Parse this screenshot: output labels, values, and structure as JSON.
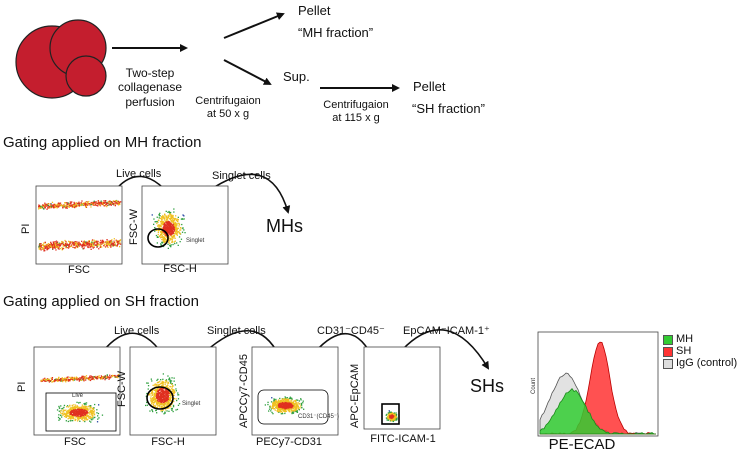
{
  "workflow": {
    "step1_label": "Two-step\ncollagenase\nperfusion",
    "step2_label": "Centrifugaion\nat 50 x g",
    "pellet1_label": "Pellet",
    "mh_fraction_label": "“MH fraction”",
    "sup_label": "Sup.",
    "step3_label": "Centrifugaion\nat 115 x g",
    "pellet2_label": "Pellet",
    "sh_fraction_label": "“SH fraction”"
  },
  "mh_gating": {
    "heading": "Gating applied on MH fraction",
    "gate1_label": "Live cells",
    "gate2_label": "Singlet cells",
    "result_label": "MHs",
    "plot1": {
      "xlabel": "FSC",
      "ylabel": "PI"
    },
    "plot2": {
      "xlabel": "FSC-H",
      "ylabel": "FSC-W",
      "gate_label": "Singlet"
    }
  },
  "sh_gating": {
    "heading": "Gating applied on SH fraction",
    "gate1_label": "Live cells",
    "gate2_label": "Singlet cells",
    "gate3_label": "CD31⁻CD45⁻",
    "gate4_label": "EpCAM⁻ICAM-1⁺",
    "result_label": "SHs",
    "plot1": {
      "xlabel": "FSC",
      "ylabel": "PI",
      "gate_label": "Live"
    },
    "plot2": {
      "xlabel": "FSC-H",
      "ylabel": "FSC-W",
      "gate_label": "Singlet"
    },
    "plot3": {
      "xlabel": "PECy7-CD31",
      "ylabel": "APCCy7-CD45",
      "gate_label": "CD31⁻(CD45⁻)"
    },
    "plot4": {
      "xlabel": "FITC-ICAM-1",
      "ylabel": "APC-EpCAM"
    }
  },
  "histogram": {
    "xlabel": "PE-ECAD",
    "ylabel": "Count",
    "legend": [
      {
        "name": "MH",
        "color": "#33cc33"
      },
      {
        "name": "SH",
        "color": "#ff3333"
      },
      {
        "name": "IgG (control)",
        "color": "#dddddd"
      }
    ]
  },
  "colors": {
    "liver": "#c41e2e",
    "arrow": "#111111",
    "dot_dense": "#e03020",
    "dot_mid": "#f0c020",
    "dot_sparse": "#2040a0"
  },
  "icons": [
    "liver-lobes-icon"
  ]
}
